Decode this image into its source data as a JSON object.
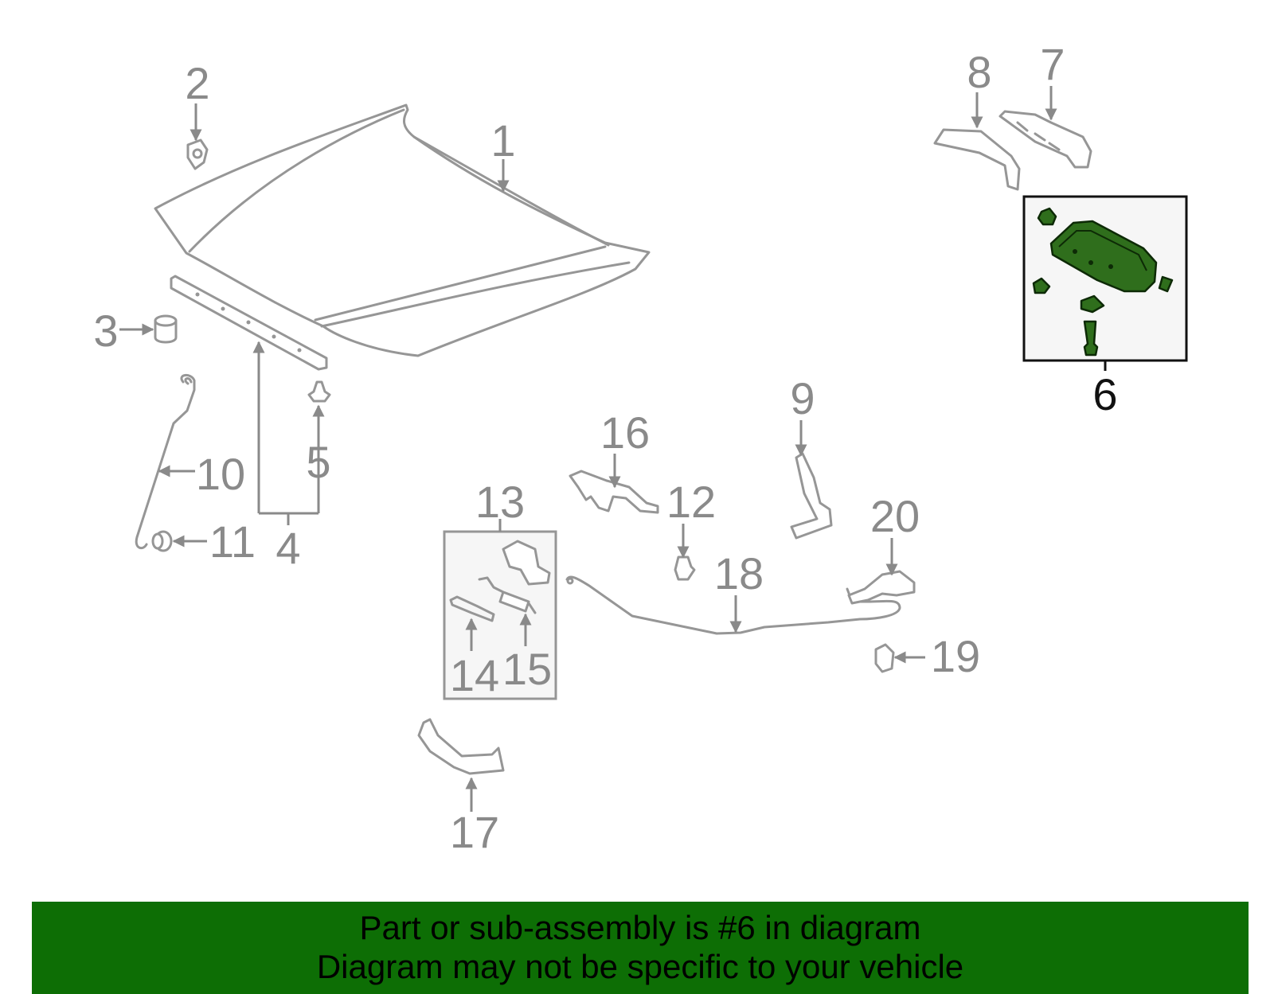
{
  "callouts": {
    "c1": "1",
    "c2": "2",
    "c3": "3",
    "c4": "4",
    "c5": "5",
    "c6": "6",
    "c7": "7",
    "c8": "8",
    "c9": "9",
    "c10": "10",
    "c11": "11",
    "c12": "12",
    "c13": "13",
    "c14": "14",
    "c15": "15",
    "c16": "16",
    "c17": "17",
    "c18": "18",
    "c19": "19",
    "c20": "20"
  },
  "banner": {
    "line1": "Part or sub-assembly is #6 in diagram",
    "line2": "Diagram may not be specific to your vehicle"
  },
  "colors": {
    "part_gray": "#969696",
    "highlight_green": "#2f6e1c",
    "banner_green": "#0d6e05"
  }
}
